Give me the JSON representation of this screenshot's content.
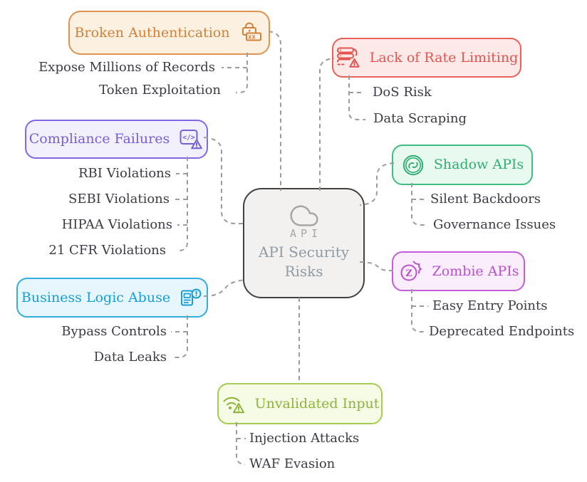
{
  "diagram": {
    "type": "mindmap",
    "background": "#FFFFFF",
    "connector_color": "#9C9C9C",
    "child_text_color": "#3A3B45",
    "center": {
      "title_lines": [
        "API Security",
        "Risks"
      ],
      "icon": "cloud-api-icon",
      "icon_label": "API",
      "colors": {
        "border": "#414141",
        "bg": "#F2F1F0",
        "text": "#909BA4",
        "icon": "#A6A6A6"
      }
    },
    "icon_text": {
      "lock": "xx_",
      "code": "</>",
      "zombie": "Z"
    },
    "branches": [
      {
        "id": "broken-authentication",
        "label": "Broken Authentication",
        "icon": "lock-password-icon",
        "colors": {
          "border": "#E0924F",
          "text": "#D2813A",
          "bg": "#FCF0E1"
        },
        "children": [
          "Expose Millions of Records",
          "Token Exploitation"
        ]
      },
      {
        "id": "lack-of-rate-limiting",
        "label": "Lack of Rate Limiting",
        "icon": "server-warning-icon",
        "colors": {
          "border": "#E8625A",
          "text": "#E25550",
          "bg": "#FCE9E8"
        },
        "children": [
          "DoS Risk",
          "Data Scraping"
        ]
      },
      {
        "id": "compliance-failures",
        "label": "Compliance Failures",
        "icon": "code-warning-icon",
        "colors": {
          "border": "#8268E8",
          "text": "#7760D6",
          "bg": "#F3F0FE"
        },
        "children": [
          "RBI Violations",
          "SEBI Violations",
          "HIPAA Violations",
          "21 CFR Violations"
        ]
      },
      {
        "id": "shadow-apis",
        "label": "Shadow APIs",
        "icon": "sync-circle-icon",
        "colors": {
          "border": "#3FBD82",
          "text": "#30AE72",
          "bg": "#E8FAEF"
        },
        "children": [
          "Silent Backdoors",
          "Governance Issues"
        ]
      },
      {
        "id": "zombie-apis",
        "label": "Zombie APIs",
        "icon": "flame-z-icon",
        "colors": {
          "border": "#C55CDB",
          "text": "#B951D1",
          "bg": "#FAEDFC"
        },
        "children": [
          "Easy Entry Points",
          "Deprecated Endpoints"
        ]
      },
      {
        "id": "business-logic-abuse",
        "label": "Business Logic Abuse",
        "icon": "document-alert-icon",
        "colors": {
          "border": "#33ADDE",
          "text": "#179FD4",
          "bg": "#E7F6FC"
        },
        "children": [
          "Bypass Controls",
          "Data Leaks"
        ]
      },
      {
        "id": "unvalidated-input",
        "label": "Unvalidated Input",
        "icon": "wifi-warning-icon",
        "colors": {
          "border": "#A6CC54",
          "text": "#8FB239",
          "bg": "#F6FBE6"
        },
        "children": [
          "Injection Attacks",
          "WAF Evasion"
        ]
      }
    ]
  }
}
